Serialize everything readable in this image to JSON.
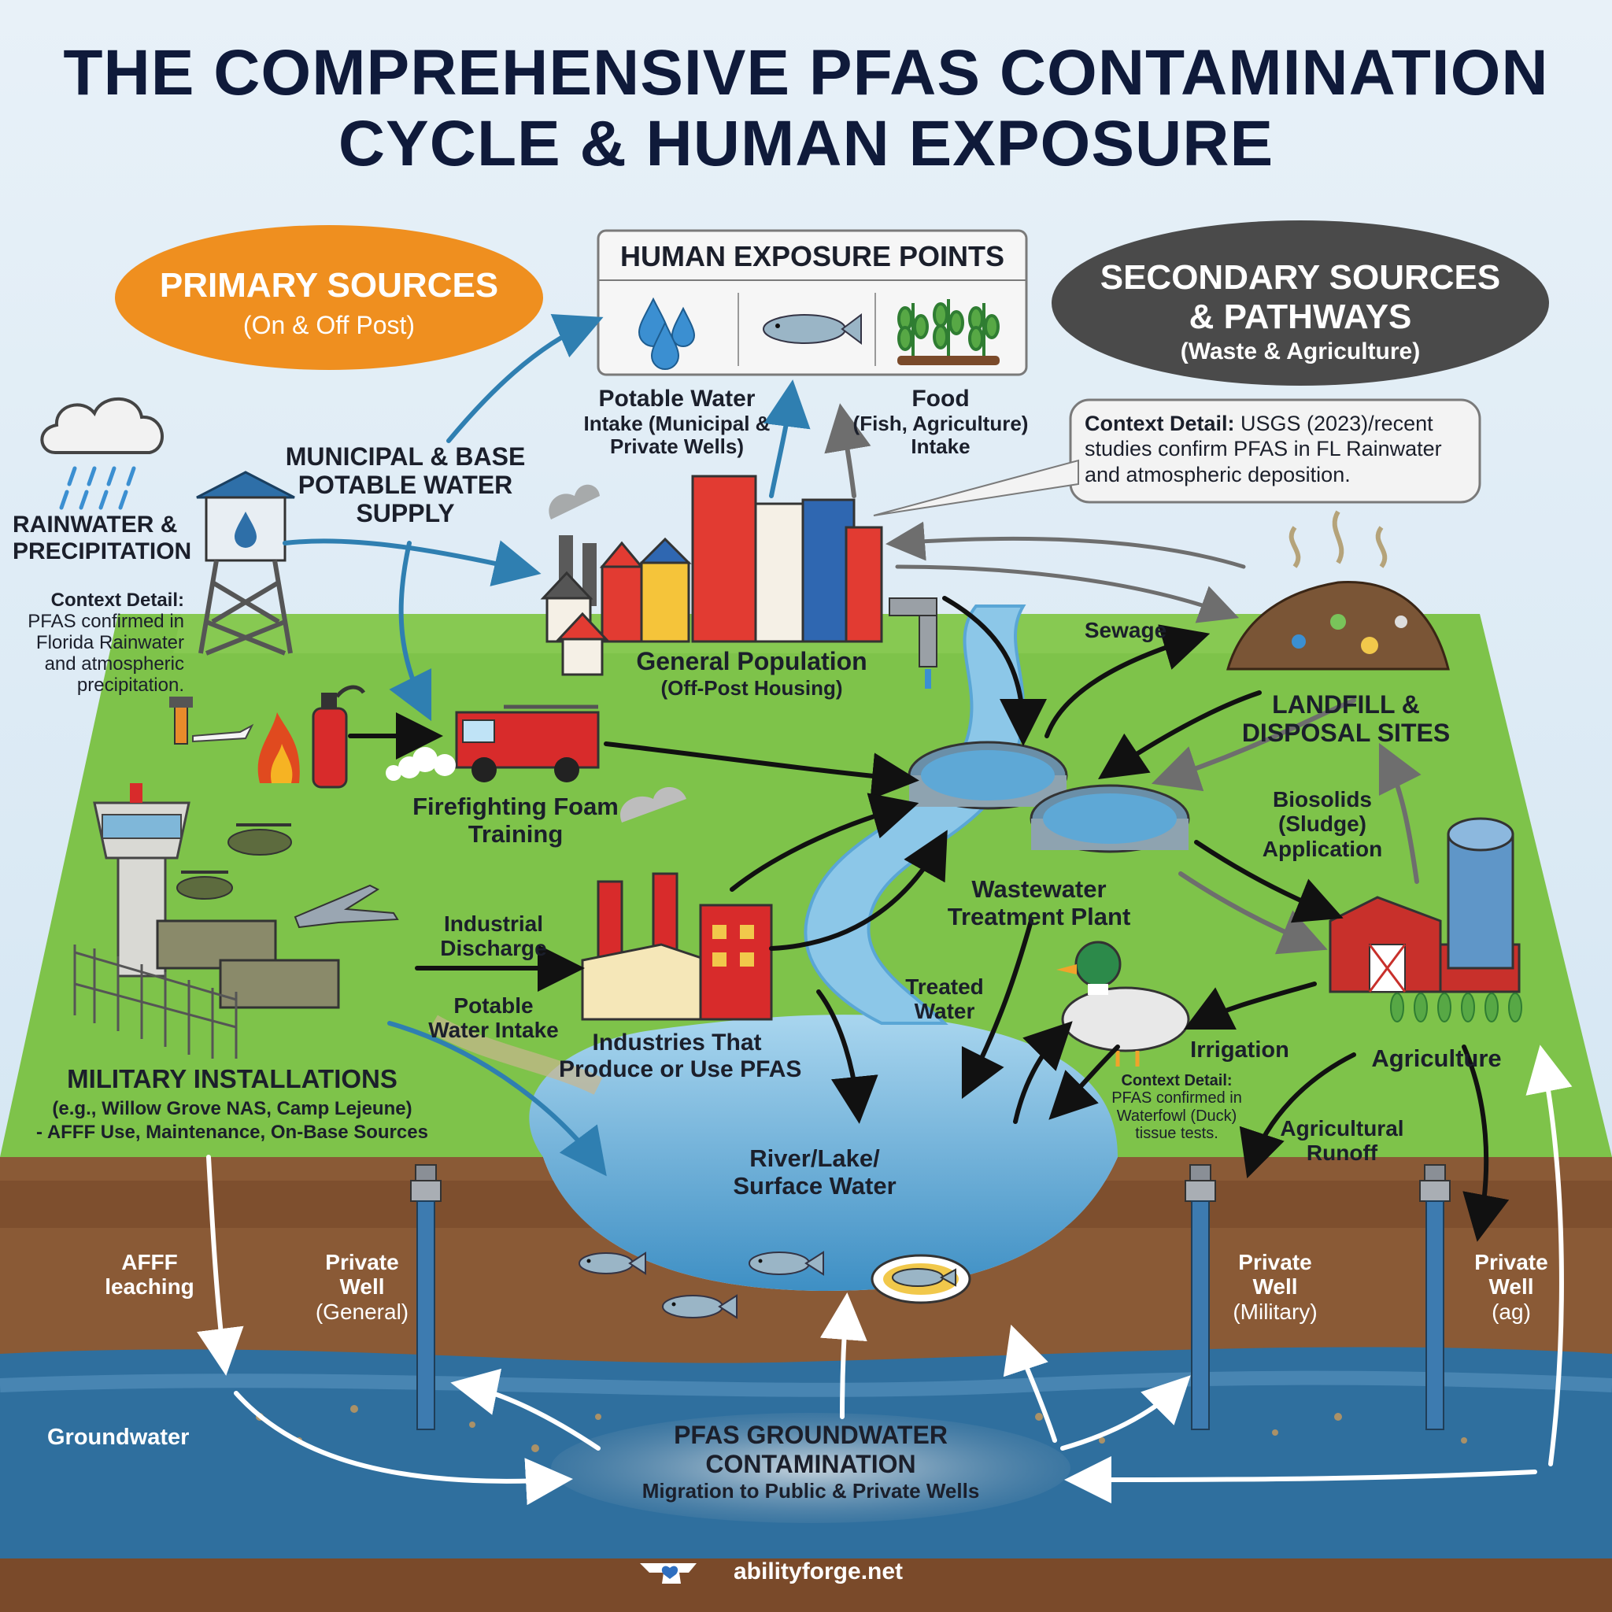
{
  "title": {
    "line1": "THE COMPREHENSIVE PFAS CONTAMINATION",
    "line2": "CYCLE & HUMAN EXPOSURE"
  },
  "primary_sources": {
    "title": "PRIMARY SOURCES",
    "subtitle": "(On & Off Post)"
  },
  "secondary_sources": {
    "line1": "SECONDARY SOURCES",
    "line2": "& PATHWAYS",
    "subtitle": "(Waste & Agriculture)"
  },
  "exposure_points": {
    "title": "HUMAN EXPOSURE POINTS",
    "potable_line1": "Potable Water",
    "potable_line2": "Intake (Municipal &",
    "potable_line3": "Private Wells)",
    "food_line1": "Food",
    "food_line2": "(Fish, Agriculture)",
    "food_line3": "Intake"
  },
  "context_usgs": {
    "label": "Context Detail:",
    "line1": " USGS (2023)/recent",
    "line2": "studies confirm PFAS in FL Rainwater",
    "line3": "and atmospheric deposition."
  },
  "rainwater": {
    "line1": "RAINWATER &",
    "line2": "PRECIPITATION",
    "ctx_label": "Context Detail:",
    "ctx_line1": "PFAS confirmed in",
    "ctx_line2": "Florida Rainwater",
    "ctx_line3": "and atmospheric",
    "ctx_line4": "precipitation."
  },
  "water_supply": {
    "line1": "MUNICIPAL & BASE",
    "line2": "POTABLE WATER",
    "line3": "SUPPLY"
  },
  "general_population": {
    "title": "General Population",
    "subtitle": "(Off-Post Housing)"
  },
  "sewage": "Sewage",
  "landfill": {
    "line1": "LANDFILL &",
    "line2": "DISPOSAL SITES"
  },
  "biosolids": {
    "line1": "Biosolids",
    "line2": "(Sludge)",
    "line3": "Application"
  },
  "foam_training": {
    "line1": "Firefighting Foam",
    "line2": "Training"
  },
  "wastewater": {
    "line1": "Wastewater",
    "line2": "Treatment Plant"
  },
  "industrial_discharge": {
    "line1": "Industrial",
    "line2": "Discharge"
  },
  "potable_intake_river": {
    "line1": "Potable",
    "line2": "Water Intake"
  },
  "industries": {
    "line1": "Industries That",
    "line2": "Produce or Use PFAS"
  },
  "treated_water": {
    "line1": "Treated",
    "line2": "Water"
  },
  "irrigation": "Irrigation",
  "agriculture": "Agriculture",
  "context_duck": {
    "line1": "Context Detail:",
    "line2": "PFAS confirmed in",
    "line3": "Waterfowl (Duck)",
    "line4": "tissue tests."
  },
  "agricultural_runoff": {
    "line1": "Agricultural",
    "line2": "Runoff"
  },
  "military": {
    "title": "MILITARY INSTALLATIONS",
    "line1": "(e.g., Willow Grove NAS, Camp Lejeune)",
    "line2": "- AFFF Use, Maintenance, On-Base Sources"
  },
  "surface_water": {
    "line1": "River/Lake/",
    "line2": "Surface Water"
  },
  "afff_leaching": {
    "line1": "AFFF",
    "line2": "leaching"
  },
  "wells": {
    "general": {
      "line1": "Private",
      "line2": "Well",
      "line3": "(General)"
    },
    "military": {
      "line1": "Private",
      "line2": "Well",
      "line3": "(Military)"
    },
    "ag": {
      "line1": "Private",
      "line2": "Well",
      "line3": "(ag)"
    }
  },
  "groundwater": "Groundwater",
  "contamination": {
    "line1": "PFAS GROUNDWATER",
    "line2": "CONTAMINATION",
    "line3": "Migration to Public & Private Wells"
  },
  "brand": {
    "name": "abilityforge.net",
    "logo_icon": "anvil-heart-icon"
  },
  "colors": {
    "title": "#0f1a3a",
    "primary_ellipse": "#ef8f1f",
    "secondary_ellipse": "#4a4a4a",
    "grass": "#7ec34a",
    "water": "#8cc7e8",
    "soil": "#8a5a36",
    "groundwater": "#2f6f9e",
    "arrow_blue": "#2f7fb1",
    "arrow_black": "#111111",
    "arrow_gray": "#6e6e6e"
  }
}
